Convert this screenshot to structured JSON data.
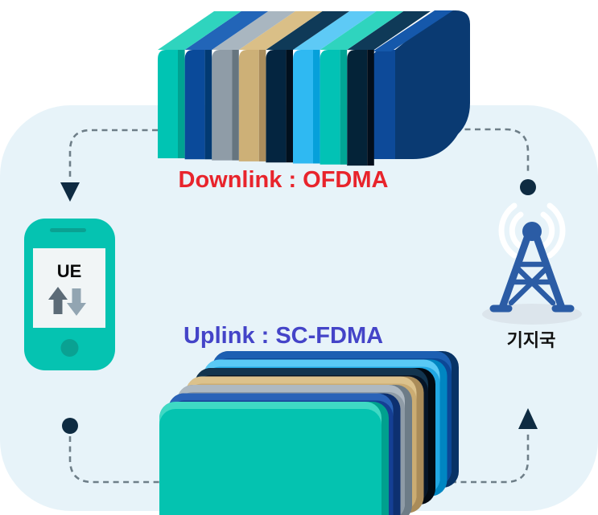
{
  "panel": {
    "bg": "#e7f3f9"
  },
  "downlink_label": {
    "text": "Downlink : OFDMA",
    "color": "#e8242c"
  },
  "uplink_label": {
    "text": "Uplink : SC-FDMA",
    "color": "#4444c8"
  },
  "ue_device": {
    "label": "UE",
    "body_color": "#05c3b1",
    "screen_color": "#f1f5f6",
    "detail_color": "#0aa192",
    "up_arrow_color": "#5c6b77",
    "down_arrow_color": "#92a5b2",
    "label_color": "#0b0b0b"
  },
  "base_station": {
    "label": "기지국",
    "tower_color": "#2b5ca5",
    "wave_color": "#ffffff",
    "shadow_color": "#dce5ec",
    "label_color": "#111111"
  },
  "connectors": {
    "line_color": "#6e7e88",
    "marker_color": "#0e2b42"
  },
  "ofdma_stack": {
    "big": {
      "strip": "#0d4a99",
      "face": "#0a3a72",
      "bevel": "#1558ab"
    },
    "slabs": [
      {
        "name": "teal",
        "main": "#00c4b3",
        "dark": "#00a392",
        "top": "#2fd4be"
      },
      {
        "name": "blue",
        "main": "#0a4a9a",
        "dark": "#023a72",
        "top": "#2265b8"
      },
      {
        "name": "gray",
        "main": "#8f9ca7",
        "dark": "#66757f",
        "top": "#a9b6c0"
      },
      {
        "name": "tan",
        "main": "#cdb077",
        "dark": "#ab8d5c",
        "top": "#dabf87"
      },
      {
        "name": "navy",
        "main": "#042540",
        "dark": "#01101e",
        "top": "#0f3a58"
      },
      {
        "name": "sky",
        "main": "#2fb9f2",
        "dark": "#06a0da",
        "top": "#5ecaf6"
      },
      {
        "name": "teal2",
        "main": "#02c2b5",
        "dark": "#01a695",
        "top": "#2fd4be"
      },
      {
        "name": "navy2",
        "main": "#042338",
        "dark": "#020e1b",
        "top": "#0f3a58"
      }
    ]
  },
  "scfdma_stack": {
    "slabs": [
      {
        "name": "teal",
        "light": "#3fd9c4",
        "main": "#04c3b0",
        "dark": "#00a08e"
      },
      {
        "name": "navy",
        "light": "#2a63b8",
        "main": "#153f94",
        "dark": "#0d3070"
      },
      {
        "name": "gray",
        "light": "#aeb9c2",
        "main": "#8e9ba6",
        "dark": "#6d7c87"
      },
      {
        "name": "tan",
        "light": "#dcc28c",
        "main": "#cbac72",
        "dark": "#aa8c59"
      },
      {
        "name": "black",
        "light": "#12344e",
        "main": "#061527",
        "dark": "#020a12"
      },
      {
        "name": "cyan",
        "light": "#59c9f5",
        "main": "#21a7e2",
        "dark": "#0086c2"
      },
      {
        "name": "royal",
        "light": "#1c5fb2",
        "main": "#0c4896",
        "dark": "#083366"
      }
    ]
  }
}
